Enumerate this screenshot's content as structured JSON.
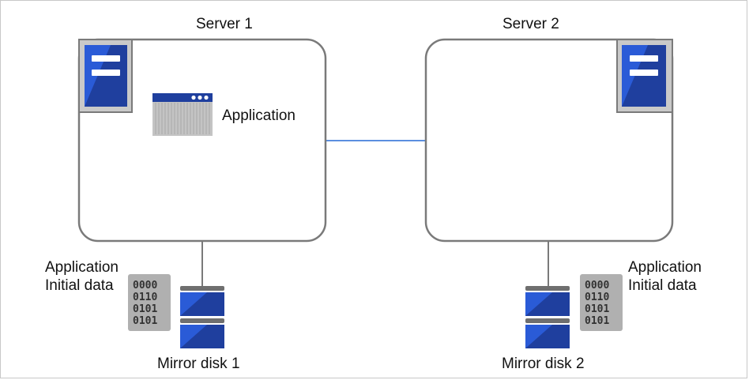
{
  "server1": {
    "title": "Server 1"
  },
  "server2": {
    "title": "Server 2"
  },
  "app": {
    "label": "Application"
  },
  "data_left": {
    "line1": "Application",
    "line2": "Initial data",
    "bits": [
      "0000",
      "0110",
      "0101",
      "0101"
    ]
  },
  "data_right": {
    "line1": "Application",
    "line2": "Initial data",
    "bits": [
      "0000",
      "0110",
      "0101",
      "0101"
    ]
  },
  "disk1": {
    "label": "Mirror disk 1"
  },
  "disk2": {
    "label": "Mirror disk 2"
  },
  "colors": {
    "server_blue": "#2a5bd7",
    "server_dark": "#1f3f9e",
    "network_line": "#5b8fe0",
    "box_stroke": "#7a7a7a",
    "chip_gray": "#b0b0b0"
  },
  "icons": {
    "server": "server-icon",
    "window": "application-window-icon",
    "disk": "disk-icon",
    "data": "binary-data-icon"
  }
}
